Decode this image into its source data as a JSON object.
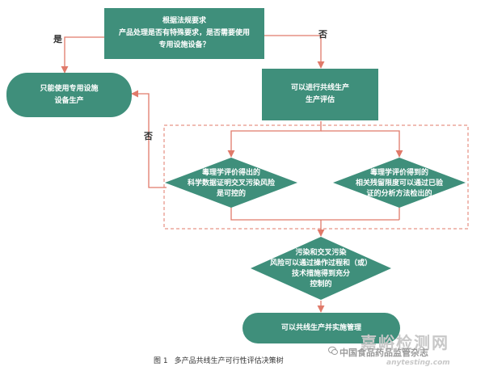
{
  "diagram": {
    "top_box": {
      "lines": [
        "根据法规要求",
        "产品处理是否有特殊要求，是否需要使用",
        "专用设施设备？"
      ]
    },
    "label_yes": "是",
    "label_no_top": "否",
    "left_box": {
      "lines": [
        "只能使用专用设施",
        "设备生产"
      ]
    },
    "right_box": {
      "lines": [
        "可以进行共线生产",
        "生产评估"
      ]
    },
    "label_no_side": "否",
    "diamond_left": {
      "lines": [
        "毒理学评价得出的",
        "科学数据证明交叉污染风险",
        "是可控的"
      ]
    },
    "diamond_right": {
      "lines": [
        "毒理学评价得到的",
        "相关残留限度可以通过已验",
        "证的分析方法检出的"
      ]
    },
    "diamond_bottom": {
      "lines": [
        "污染和交叉污染",
        "风险可以通过操作过程和（或）",
        "技术措施得到充分",
        "控制的"
      ]
    },
    "final_box": {
      "text": "可以共线生产并实施管理"
    },
    "colors": {
      "fill": "#3f8f7b",
      "arrow": "#e07a6a",
      "dashed": "#e07a6a"
    }
  },
  "caption": {
    "figure": "图 1",
    "text": "多产品共线生产可行性评估决策树"
  },
  "watermark": {
    "site": "嘉峪检测网",
    "account": "中国食品药品监管杂志",
    "url": "anytesting.com"
  }
}
